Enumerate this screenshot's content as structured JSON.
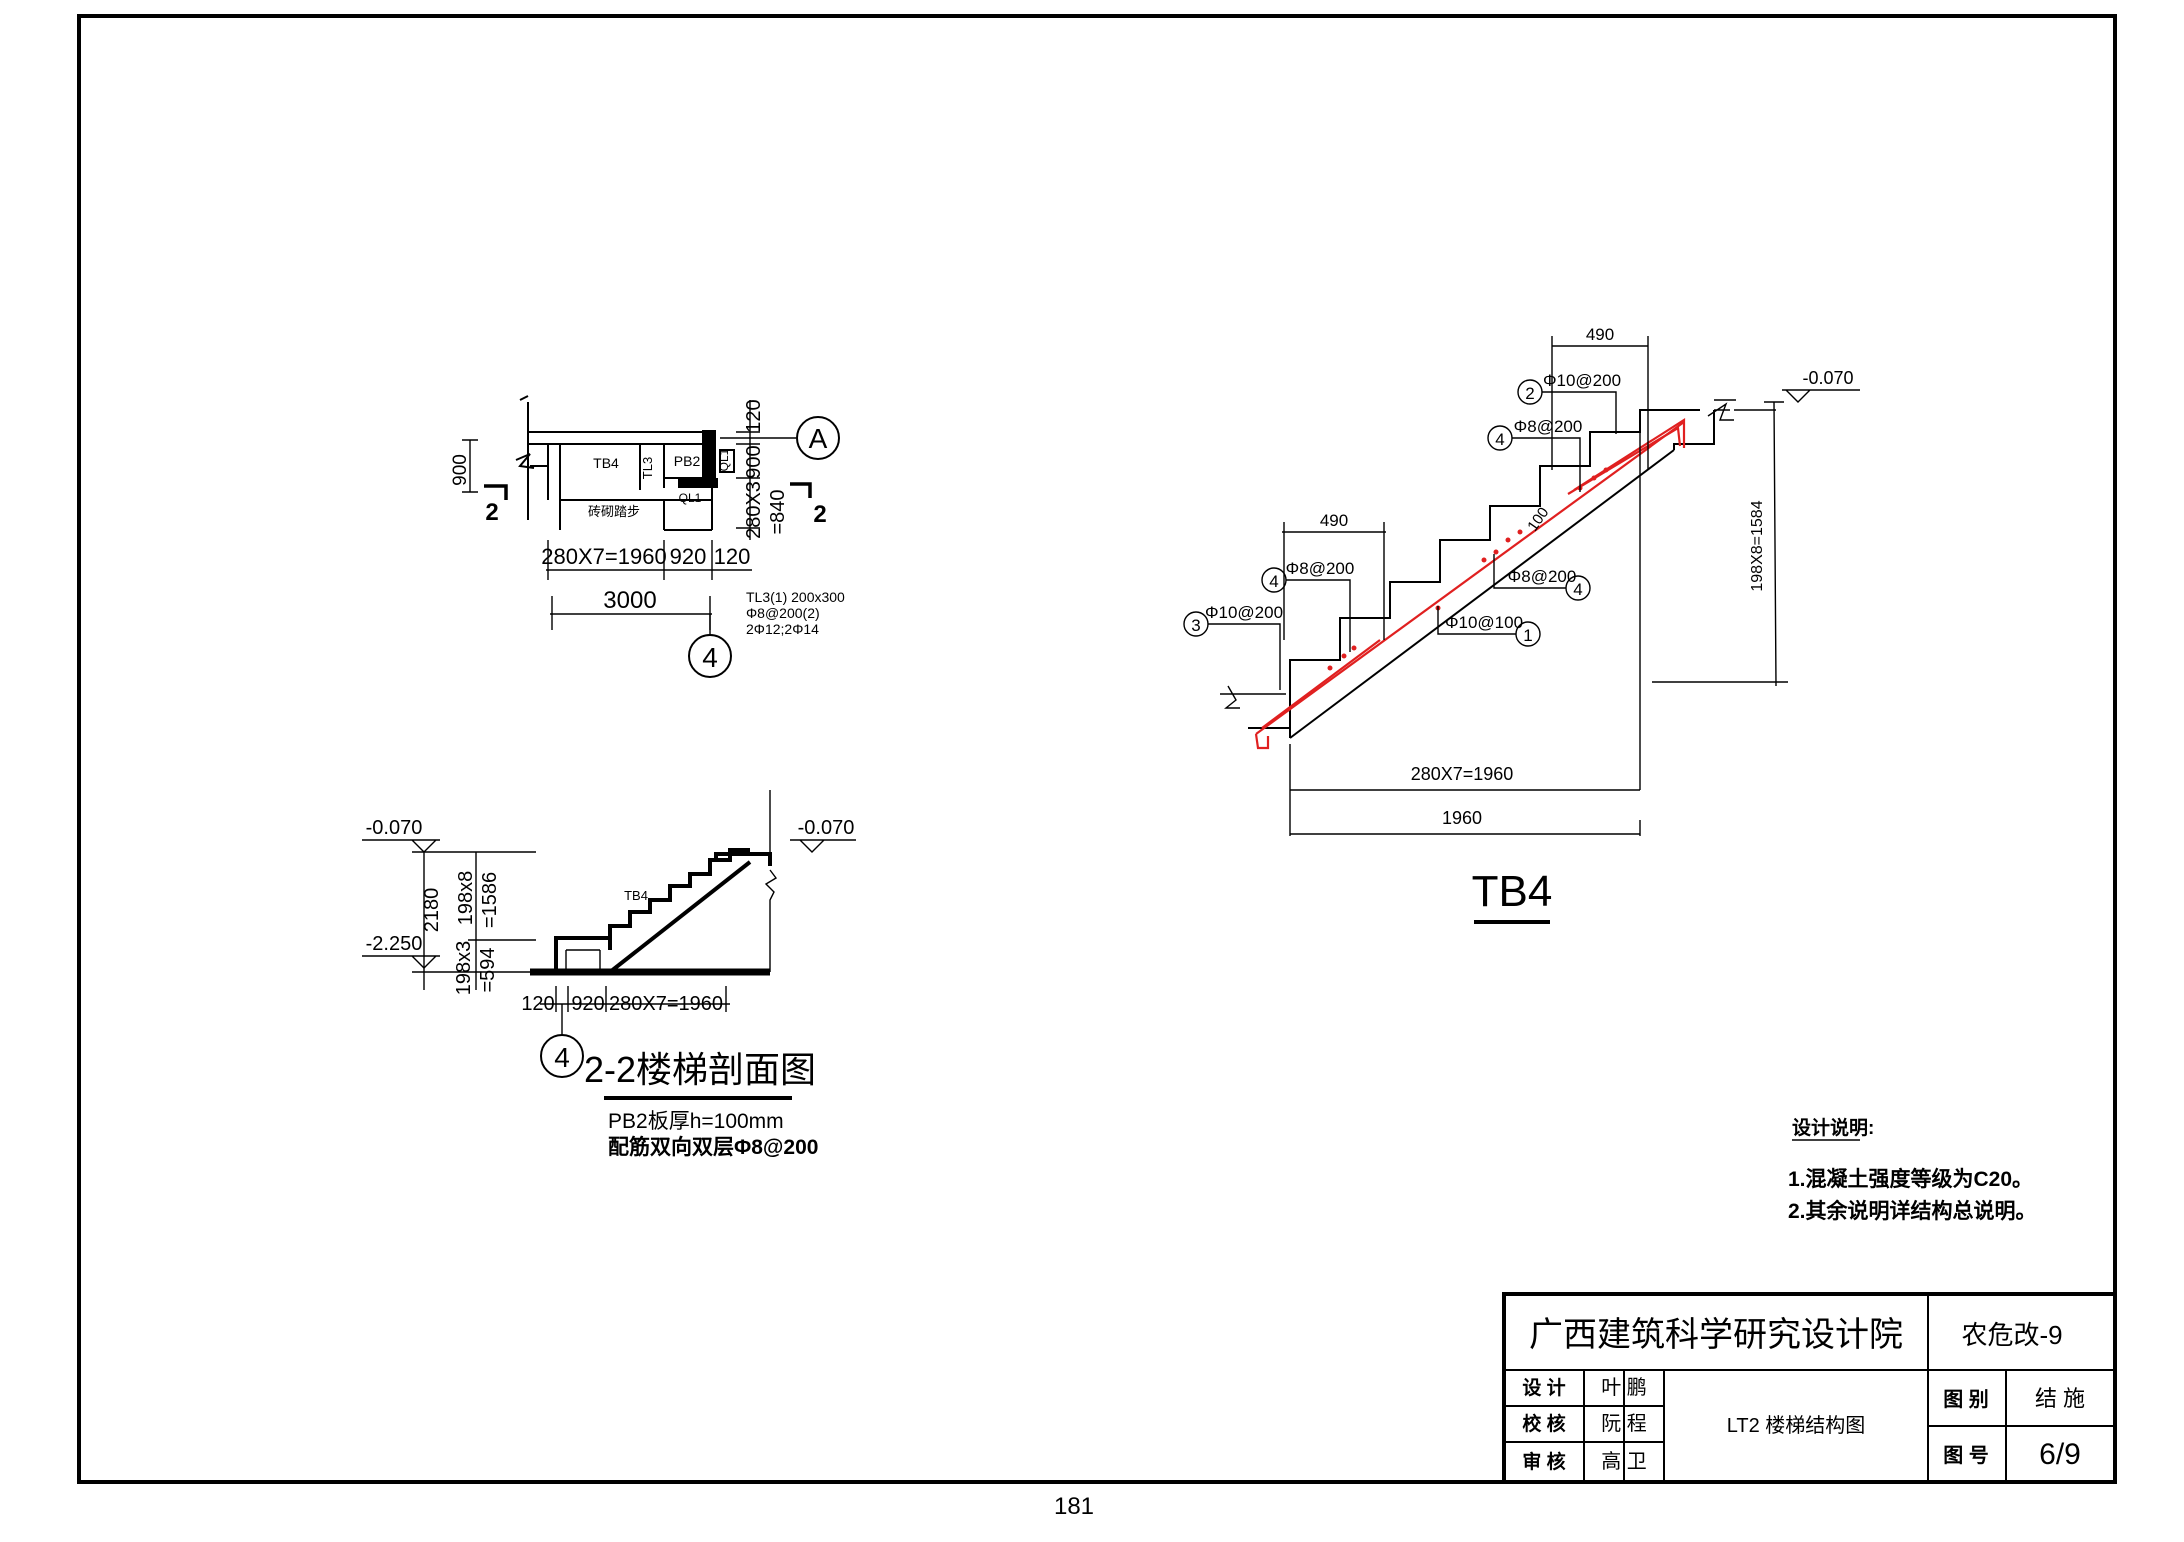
{
  "plan": {
    "dim_900_left": "900",
    "tb4": "TB4",
    "tl3": "TL3",
    "pb2": "PB2",
    "ql1_top": "QL1",
    "ql1_bottom": "QL1",
    "brick_step": "砖砌踏步",
    "dim_120_top": "120",
    "dim_900_right": "900",
    "dim_280x3": "280X3",
    "dim_840": "=840",
    "axis_a": "A",
    "section_mark_left": "2",
    "section_mark_right": "2",
    "dim_280x7": "280X7=1960",
    "dim_920": "920",
    "dim_120": "120",
    "dim_3000": "3000",
    "axis_4": "4",
    "beam_note": [
      "TL3(1) 200x300",
      "Φ8@200(2)",
      "2Φ12;2Φ14"
    ]
  },
  "section22": {
    "elev_left_top": "-0.070",
    "elev_left_bottom": "-2.250",
    "elev_right": "-0.070",
    "dim_2180": "2180",
    "dim_198x8": "198x8",
    "dim_1586": "=1586",
    "dim_198x3": "198x3",
    "dim_594": "=594",
    "tb4": "TB4",
    "dim_120": "120",
    "dim_920": "920",
    "dim_280x7": "280X7=1960",
    "axis_4": "4",
    "title": "2-2楼梯剖面图",
    "note1": "PB2板厚h=100mm",
    "note2": "配筋双向双层Φ8@200"
  },
  "tb4": {
    "dim_490_top": "490",
    "dim_490_left": "490",
    "bar2": "Φ10@200",
    "bar4_top": "Φ8@200",
    "bar4_left": "Φ8@200",
    "bar4_right": "Φ8@200",
    "bar3": "Φ10@200",
    "bar1": "Φ10@100",
    "n1": "1",
    "n2": "2",
    "n3": "3",
    "n4": "4",
    "thickness": "100",
    "elev": "-0.070",
    "dim_vertical": "198X8=1584",
    "dim_280x7": "280X7=1960",
    "dim_1960": "1960",
    "title": "TB4"
  },
  "notes": {
    "heading": "设计说明:",
    "line1": "1.混凝土强度等级为C20。",
    "line2": "2.其余说明详结构总说明。"
  },
  "title_block": {
    "institute": "广西建筑科学研究设计院",
    "project_code": "农危改-9",
    "design_label": "设 计",
    "design_name": "叶 鹏",
    "check_label": "校 核",
    "check_name": "阮 程",
    "review_label": "审 核",
    "review_name": "高 卫",
    "drawing_title": "LT2 楼梯结构图",
    "category_label": "图 别",
    "category_value": "结 施",
    "number_label": "图 号",
    "number_value": "6/9"
  },
  "page_number": "181"
}
